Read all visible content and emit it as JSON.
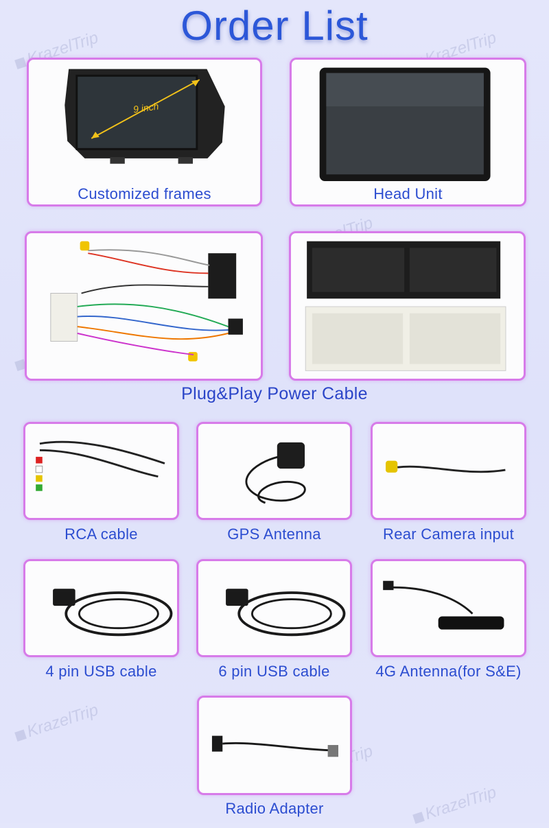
{
  "header": {
    "title": "Order List"
  },
  "watermark": {
    "text": "KrazelTrip"
  },
  "items": {
    "frames": {
      "label": "Customized frames",
      "size_text": "9 inch"
    },
    "head_unit": {
      "label": "Head Unit"
    },
    "power_cable": {
      "label": "Plug&Play Power Cable"
    },
    "rca": {
      "label": "RCA cable"
    },
    "gps": {
      "label": "GPS Antenna"
    },
    "rear_cam": {
      "label": "Rear Camera input"
    },
    "usb4": {
      "label": "4 pin USB cable"
    },
    "usb6": {
      "label": "6 pin USB cable"
    },
    "antenna4g": {
      "label": "4G Antenna(for S&E)"
    },
    "radio": {
      "label": "Radio Adapter"
    }
  },
  "colors": {
    "accent": "#2c57d8",
    "border": "#d77be9",
    "background": "#e2e4fa"
  }
}
